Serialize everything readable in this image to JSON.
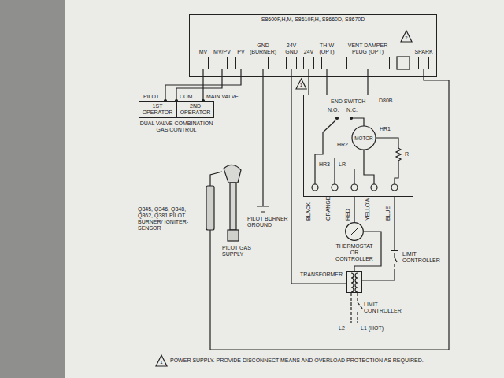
{
  "diagram": {
    "nodes": [
      {
        "text": [
          "S8600F,H,M, S8610F,H, S8660D, S8670D"
        ]
      },
      {
        "text": [
          "MV"
        ],
        "in": 0
      },
      {
        "text": [
          "MV/PV"
        ],
        "in": 0
      },
      {
        "text": [
          "PV"
        ],
        "in": 0
      },
      {
        "text": [
          "GND (BURNER)"
        ],
        "in": 0
      },
      {
        "text": [
          "24V GND"
        ],
        "in": 0
      },
      {
        "text": [
          "24V"
        ],
        "in": 0
      },
      {
        "text": [
          "TH-W (OPT)"
        ],
        "in": 0
      },
      {
        "text": [
          "VENT DAMPER PLUG (OPT)"
        ],
        "in": 0
      },
      {
        "text": [
          "SPARK"
        ],
        "in": 0
      },
      {
        "text": [
          "DUAL VALVE COMBINATION GAS CONTROL"
        ]
      },
      {
        "text": [
          "1ST OPERATOR"
        ],
        "in": 10
      },
      {
        "text": [
          "2ND OPERATOR"
        ],
        "in": 10
      },
      {
        "text": [
          "D80B"
        ]
      },
      {
        "text": [
          "THERMOSTAT OR CONTROLLER"
        ]
      },
      {
        "text": [
          "TRANSFORMER"
        ]
      },
      {
        "text": [
          "LIMIT CONTROLLER"
        ]
      }
    ],
    "edges": [
      {
        "from": 3,
        "to": 11,
        "arrow": "none"
      },
      {
        "from": 2,
        "to": 10,
        "arrow": "none"
      },
      {
        "from": 1,
        "to": 12,
        "arrow": "none"
      },
      {
        "from": 5,
        "to": 15,
        "arrow": "none"
      },
      {
        "from": 6,
        "to": 13,
        "arrow": "none"
      },
      {
        "from": 7,
        "to": 13,
        "arrow": "none"
      },
      {
        "from": 8,
        "to": 13,
        "arrow": "none"
      },
      {
        "from": 13,
        "to": 14,
        "arrow": "none"
      },
      {
        "from": 13,
        "to": 16,
        "arrow": "none"
      },
      {
        "from": 14,
        "to": 15,
        "arrow": "none"
      },
      {
        "from": 16,
        "to": 15,
        "arrow": "none"
      }
    ],
    "labels": [
      "PILOT",
      "COM",
      "MAIN VALVE",
      "1",
      "2",
      "END SWITCH",
      "N.O.",
      "N.C.",
      "MOTOR",
      "HR2",
      "HR1",
      "HR3",
      "LR",
      "R",
      "BLACK",
      "ORANGE",
      "RED",
      "YELLOW",
      "BLUE",
      "Q345, Q346, Q348, Q362, Q381 PILOT BURNER/ IGNITER-SENSOR",
      "PILOT GAS SUPPLY",
      "PILOT BURNER GROUND",
      "LIMIT CONTROLLER",
      "L2",
      "L1 (HOT)",
      "1",
      "POWER SUPPLY. PROVIDE DISCONNECT MEANS AND OVERLOAD PROTECTION AS REQUIRED."
    ]
  }
}
